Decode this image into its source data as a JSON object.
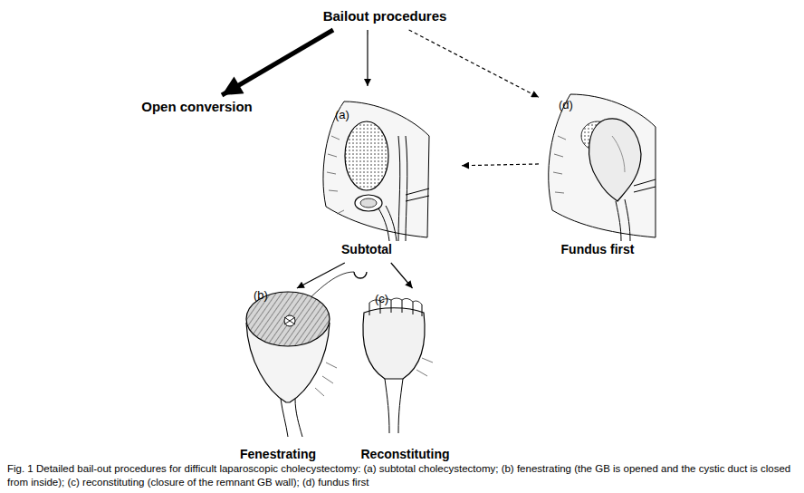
{
  "diagram": {
    "caption": "Fig. 1 Detailed bail-out procedures for difficult laparoscopic cholecystectomy: (a) subtotal cholecystectomy; (b) fenestrating (the GB is opened and the cystic duct is closed from inside); (c) reconstituting (closure of the remnant GB wall); (d) fundus first",
    "nodes": [
      {
        "text": [
          "Bailout procedures"
        ]
      },
      {
        "text": [
          "Open conversion"
        ]
      },
      {
        "text": [
          "(a)",
          "Subtotal"
        ]
      },
      {
        "text": [
          "(d)",
          "Fundus first"
        ]
      },
      {
        "text": [
          "(b)",
          "Fenestrating"
        ]
      },
      {
        "text": [
          "(c)",
          "Reconstituting"
        ]
      }
    ],
    "edges": [
      {
        "from": 0,
        "to": 1,
        "arrow": "to"
      },
      {
        "from": 0,
        "to": 2,
        "arrow": "to"
      },
      {
        "from": 0,
        "to": 3,
        "arrow": "to"
      },
      {
        "from": 3,
        "to": 2,
        "arrow": "to"
      },
      {
        "from": 2,
        "to": 4,
        "arrow": "to"
      },
      {
        "from": 2,
        "to": 5,
        "arrow": "to"
      }
    ]
  }
}
